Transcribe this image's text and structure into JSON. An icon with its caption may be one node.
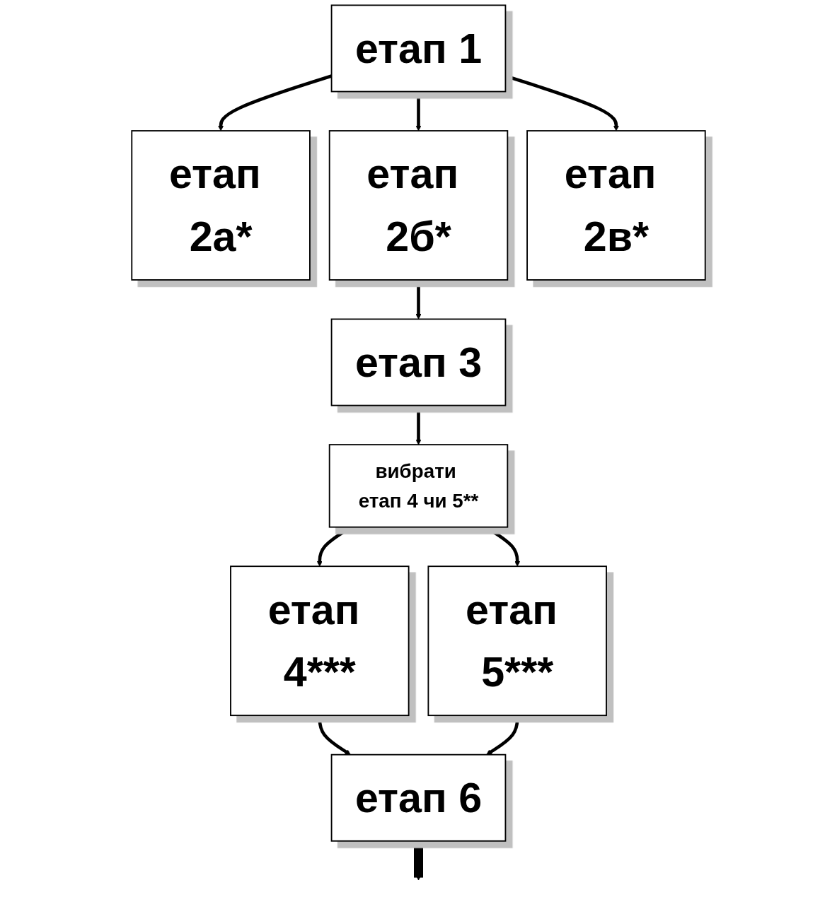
{
  "diagram": {
    "nodes": [
      {
        "text": [
          "етап 1"
        ]
      },
      {
        "text": [
          "етап 2а*"
        ]
      },
      {
        "text": [
          "етап 2б*"
        ]
      },
      {
        "text": [
          "етап 2в*"
        ]
      },
      {
        "text": [
          "етап 3"
        ]
      },
      {
        "text": [
          "вибрати етап 4 чи 5**"
        ]
      },
      {
        "text": [
          "етап 4***"
        ]
      },
      {
        "text": [
          "етап 5***"
        ]
      },
      {
        "text": [
          "етап 6"
        ]
      }
    ],
    "edges": [
      {
        "from": 0,
        "to": 1,
        "arrow": "to"
      },
      {
        "from": 0,
        "to": 2,
        "arrow": "to"
      },
      {
        "from": 0,
        "to": 3,
        "arrow": "to"
      },
      {
        "from": 2,
        "to": 4,
        "arrow": "to"
      },
      {
        "from": 4,
        "to": 5,
        "arrow": "to"
      },
      {
        "from": 5,
        "to": 6,
        "arrow": "to"
      },
      {
        "from": 5,
        "to": 7,
        "arrow": "to"
      },
      {
        "from": 6,
        "to": 8,
        "arrow": "to"
      },
      {
        "from": 7,
        "to": 8,
        "arrow": "to"
      },
      {
        "from": 8,
        "to": null,
        "arrow": "to",
        "style": "thick"
      }
    ]
  }
}
